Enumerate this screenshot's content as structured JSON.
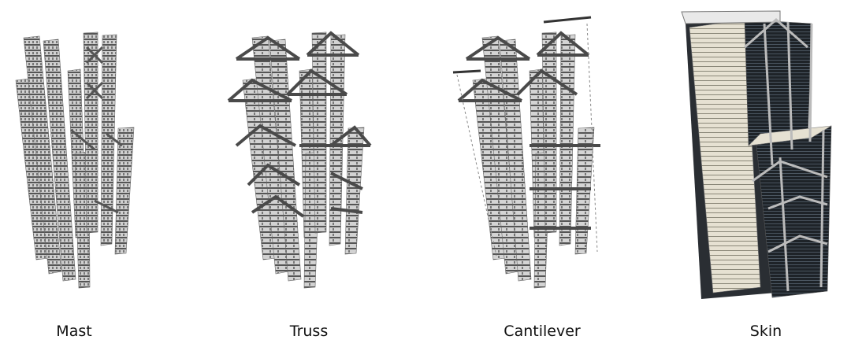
{
  "figure": {
    "description": "Progressive structural layers of a tower model",
    "panels": [
      {
        "id": "mast",
        "label": "Mast"
      },
      {
        "id": "truss",
        "label": "Truss"
      },
      {
        "id": "cantilever",
        "label": "Cantilever"
      },
      {
        "id": "skin",
        "label": "Skin"
      }
    ],
    "colors": {
      "steel_light": "#d4d4d4",
      "steel_dark": "#4a4a4a",
      "cladding": "#e6e1d2",
      "glazing": "#1e2328",
      "background": "#ffffff"
    }
  }
}
